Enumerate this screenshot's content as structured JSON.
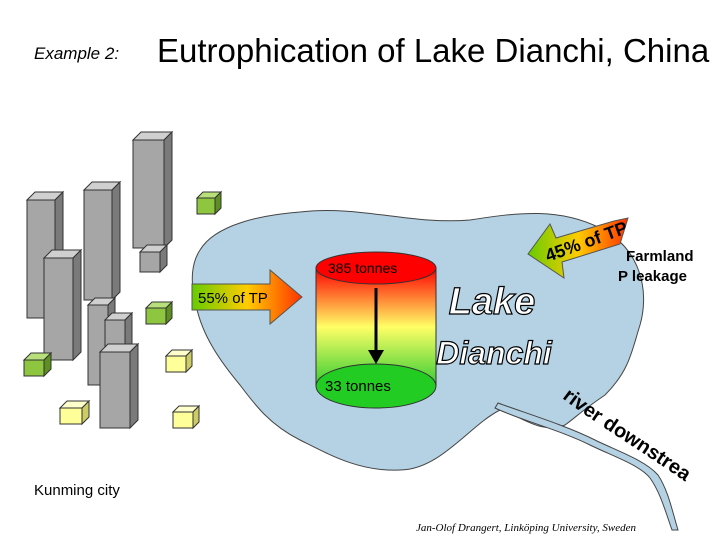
{
  "slide": {
    "example_label": "Example 2:",
    "title": "Eutrophication of Lake Dianchi, China",
    "credit": "Jan-Olof Drangert,  Linköping University, Sweden"
  },
  "labels": {
    "inflow_percent": "55% of TP",
    "farmland_percent": "45% of TP",
    "farmland_line1": "Farmland",
    "farmland_line2": "P leakage",
    "top_amount": "385 tonnes",
    "bottom_amount": "33 tonnes",
    "lake_line1": "Lake",
    "lake_line2": "Dianchi",
    "river": "river downstream",
    "city": "Kunming city"
  },
  "colors": {
    "lake": "#b4d2e4",
    "building": "#a6a6a6",
    "building_green": "#8ec63f",
    "building_yellow": "#ffff99",
    "cylinder_top": "#ff0000",
    "cylinder_bottom": "#22cc22",
    "arrow_start": "#ff3300",
    "arrow_end": "#66cc00"
  }
}
